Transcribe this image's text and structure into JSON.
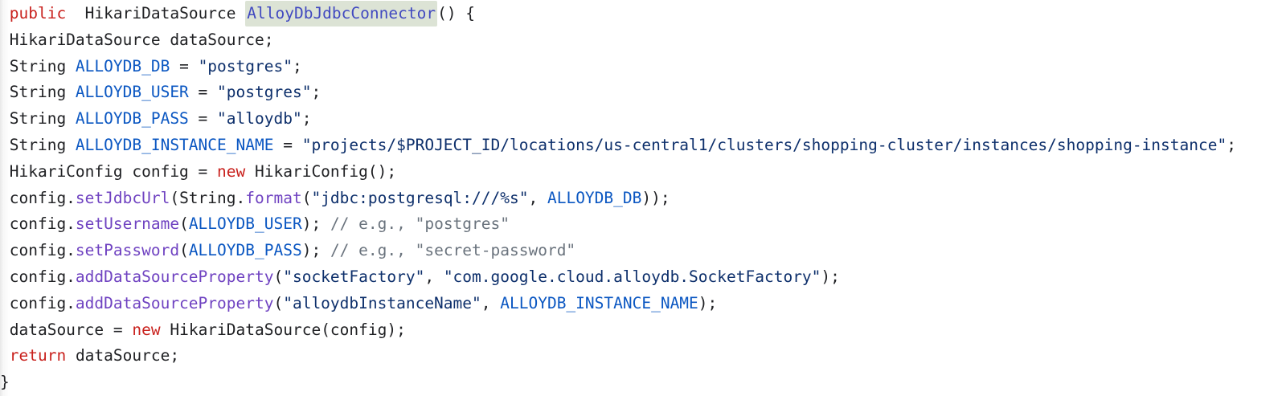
{
  "colors": {
    "background": "#ffffff",
    "plain": "#202124",
    "keyword": "#c9221e",
    "constant": "#0b57c2",
    "string": "#0d2f6b",
    "function_call": "#6f42c1",
    "function_def": "#4149c0",
    "comment": "#6a737d",
    "highlight_bg": "#dce3d5"
  },
  "code": {
    "language": "java",
    "highlighted_token": "AlloyDbJdbcConnector",
    "lines": [
      {
        "tokens": [
          {
            "t": " ",
            "c": "pln"
          },
          {
            "t": "public",
            "c": "kwd"
          },
          {
            "t": "  HikariDataSource ",
            "c": "pln"
          },
          {
            "t": "AlloyDbJdbcConnector",
            "c": "fndef"
          },
          {
            "t": "() {",
            "c": "pln"
          }
        ]
      },
      {
        "tokens": [
          {
            "t": " HikariDataSource dataSource;",
            "c": "pln"
          }
        ]
      },
      {
        "tokens": [
          {
            "t": " String ",
            "c": "pln"
          },
          {
            "t": "ALLOYDB_DB",
            "c": "con"
          },
          {
            "t": " = ",
            "c": "pln"
          },
          {
            "t": "\"postgres\"",
            "c": "str"
          },
          {
            "t": ";",
            "c": "pln"
          }
        ]
      },
      {
        "tokens": [
          {
            "t": " String ",
            "c": "pln"
          },
          {
            "t": "ALLOYDB_USER",
            "c": "con"
          },
          {
            "t": " = ",
            "c": "pln"
          },
          {
            "t": "\"postgres\"",
            "c": "str"
          },
          {
            "t": ";",
            "c": "pln"
          }
        ]
      },
      {
        "tokens": [
          {
            "t": " String ",
            "c": "pln"
          },
          {
            "t": "ALLOYDB_PASS",
            "c": "con"
          },
          {
            "t": " = ",
            "c": "pln"
          },
          {
            "t": "\"alloydb\"",
            "c": "str"
          },
          {
            "t": ";",
            "c": "pln"
          }
        ]
      },
      {
        "tokens": [
          {
            "t": " String ",
            "c": "pln"
          },
          {
            "t": "ALLOYDB_INSTANCE_NAME",
            "c": "con"
          },
          {
            "t": " = ",
            "c": "pln"
          },
          {
            "t": "\"projects/$PROJECT_ID/locations/us-central1/clusters/shopping-cluster/instances/shopping-instance\"",
            "c": "str"
          },
          {
            "t": ";",
            "c": "pln"
          }
        ]
      },
      {
        "tokens": [
          {
            "t": " HikariConfig config = ",
            "c": "pln"
          },
          {
            "t": "new",
            "c": "kwd"
          },
          {
            "t": " HikariConfig();",
            "c": "pln"
          }
        ]
      },
      {
        "tokens": [
          {
            "t": " config.",
            "c": "pln"
          },
          {
            "t": "setJdbcUrl",
            "c": "fn"
          },
          {
            "t": "(String.",
            "c": "pln"
          },
          {
            "t": "format",
            "c": "fn"
          },
          {
            "t": "(",
            "c": "pln"
          },
          {
            "t": "\"jdbc:postgresql:///%s\"",
            "c": "str"
          },
          {
            "t": ", ",
            "c": "pln"
          },
          {
            "t": "ALLOYDB_DB",
            "c": "con"
          },
          {
            "t": "));",
            "c": "pln"
          }
        ]
      },
      {
        "tokens": [
          {
            "t": " config.",
            "c": "pln"
          },
          {
            "t": "setUsername",
            "c": "fn"
          },
          {
            "t": "(",
            "c": "pln"
          },
          {
            "t": "ALLOYDB_USER",
            "c": "con"
          },
          {
            "t": "); ",
            "c": "pln"
          },
          {
            "t": "// e.g., \"postgres\"",
            "c": "com"
          }
        ]
      },
      {
        "tokens": [
          {
            "t": " config.",
            "c": "pln"
          },
          {
            "t": "setPassword",
            "c": "fn"
          },
          {
            "t": "(",
            "c": "pln"
          },
          {
            "t": "ALLOYDB_PASS",
            "c": "con"
          },
          {
            "t": "); ",
            "c": "pln"
          },
          {
            "t": "// e.g., \"secret-password\"",
            "c": "com"
          }
        ]
      },
      {
        "tokens": [
          {
            "t": " config.",
            "c": "pln"
          },
          {
            "t": "addDataSourceProperty",
            "c": "fn"
          },
          {
            "t": "(",
            "c": "pln"
          },
          {
            "t": "\"socketFactory\"",
            "c": "str"
          },
          {
            "t": ", ",
            "c": "pln"
          },
          {
            "t": "\"com.google.cloud.alloydb.SocketFactory\"",
            "c": "str"
          },
          {
            "t": ");",
            "c": "pln"
          }
        ]
      },
      {
        "tokens": [
          {
            "t": " config.",
            "c": "pln"
          },
          {
            "t": "addDataSourceProperty",
            "c": "fn"
          },
          {
            "t": "(",
            "c": "pln"
          },
          {
            "t": "\"alloydbInstanceName\"",
            "c": "str"
          },
          {
            "t": ", ",
            "c": "pln"
          },
          {
            "t": "ALLOYDB_INSTANCE_NAME",
            "c": "con"
          },
          {
            "t": ");",
            "c": "pln"
          }
        ]
      },
      {
        "tokens": [
          {
            "t": " dataSource = ",
            "c": "pln"
          },
          {
            "t": "new",
            "c": "kwd"
          },
          {
            "t": " HikariDataSource(config);",
            "c": "pln"
          }
        ]
      },
      {
        "tokens": [
          {
            "t": " ",
            "c": "pln"
          },
          {
            "t": "return",
            "c": "kwd"
          },
          {
            "t": " dataSource;",
            "c": "pln"
          }
        ]
      },
      {
        "tokens": [
          {
            "t": "}",
            "c": "pln"
          }
        ]
      }
    ]
  }
}
